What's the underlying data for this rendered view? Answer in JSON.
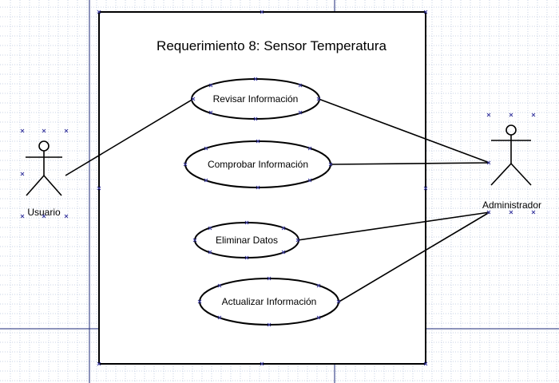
{
  "system": {
    "title": "Requerimiento 8: Sensor Temperatura"
  },
  "use_cases": [
    {
      "id": "uc1",
      "label": "Revisar Información"
    },
    {
      "id": "uc2",
      "label": "Comprobar Información"
    },
    {
      "id": "uc3",
      "label": "Eliminar Datos"
    },
    {
      "id": "uc4",
      "label": "Actualizar Información"
    }
  ],
  "actors": [
    {
      "id": "usuario",
      "label": "Usuario"
    },
    {
      "id": "administrador",
      "label": "Administrador"
    }
  ],
  "associations": [
    {
      "actor": "usuario",
      "use_case": "uc1"
    },
    {
      "actor": "administrador",
      "use_case": "uc1"
    },
    {
      "actor": "administrador",
      "use_case": "uc2"
    },
    {
      "actor": "administrador",
      "use_case": "uc3"
    },
    {
      "actor": "administrador",
      "use_case": "uc4"
    }
  ],
  "colors": {
    "grid_major": "#1e2a78",
    "grid_minor": "#c9d3e6",
    "line": "#000000",
    "selection_handle": "#3a3aa0"
  }
}
